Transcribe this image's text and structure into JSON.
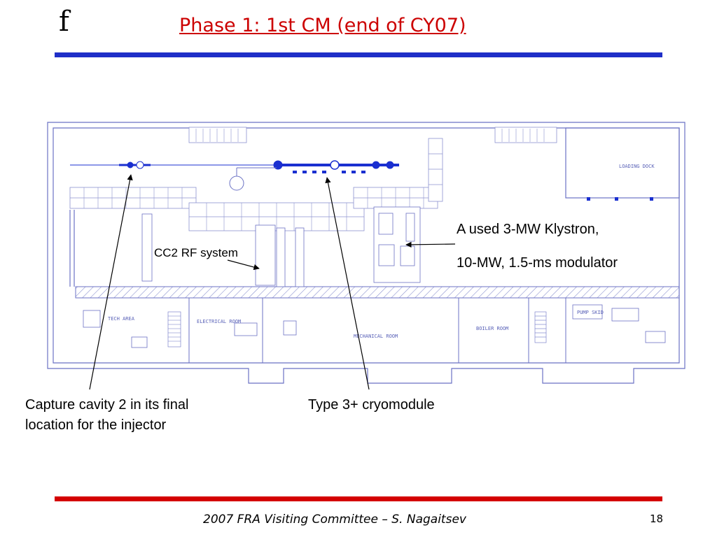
{
  "slide": {
    "logo": "f",
    "title": "Phase 1: 1st CM (end of CY07)",
    "footer": "2007 FRA Visiting Committee – S. Nagaitsev",
    "page_number": "18"
  },
  "annotations": {
    "klystron": "A used 3-MW Klystron,",
    "modulator": "10-MW, 1.5-ms modulator",
    "cc2_rf": "CC2 RF system",
    "capture_line1": "Capture cavity 2 in its final",
    "capture_line2": "location for  the injector",
    "cryomodule": "Type 3+ cryomodule"
  },
  "floor_plan": {
    "rooms": {
      "tech_area": "TECH AREA",
      "electrical_room": "ELECTRICAL ROOM",
      "mechanical_room": "MECHANICAL ROOM",
      "boiler_room": "BOILER ROOM",
      "loading_dock": "LOADING DOCK",
      "pump_skid": "PUMP SKID"
    }
  },
  "colors": {
    "title": "#cc0000",
    "top_rule": "#1f2fc8",
    "bottom_rule": "#d40000",
    "plan_lines": "#6b72c4",
    "beamline": "#1a2fd0"
  }
}
